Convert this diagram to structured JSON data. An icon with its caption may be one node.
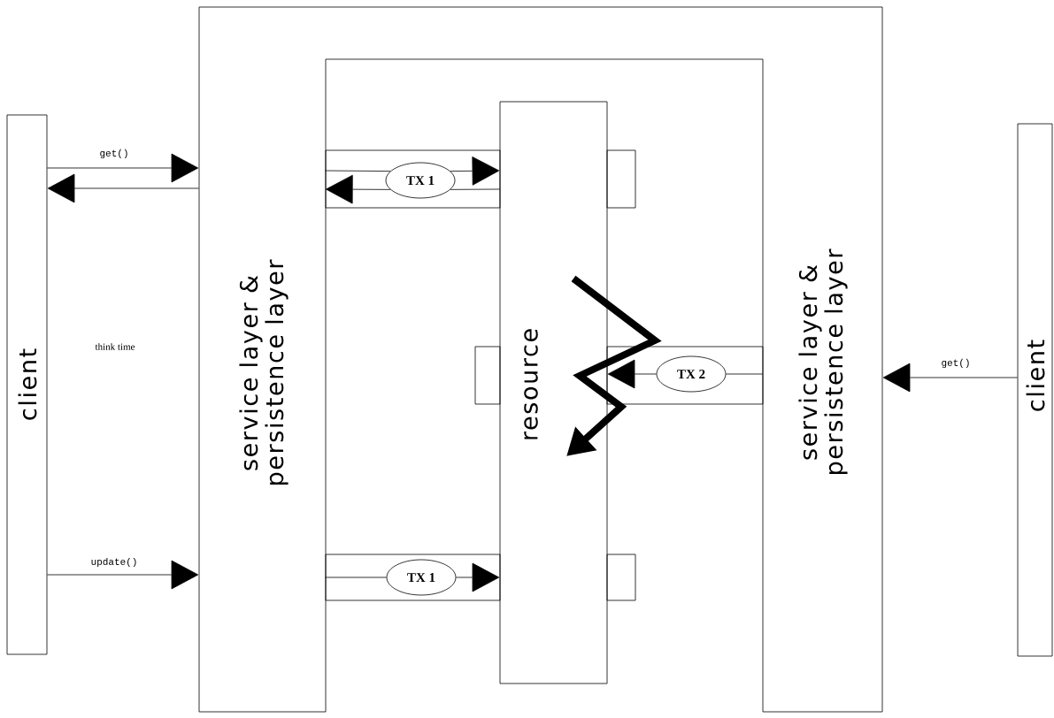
{
  "diagram": {
    "nodes": [
      {
        "text": [
          "client"
        ]
      },
      {
        "text": [
          "service layer & persistence layer",
          "service layer & persistence layer"
        ]
      },
      {
        "text": [
          "resource"
        ]
      },
      {
        "text": [
          "client"
        ]
      },
      {
        "text": [
          "TX 1"
        ]
      },
      {
        "text": [
          "TX 2"
        ]
      },
      {
        "text": [
          "TX 1"
        ]
      }
    ],
    "edges": [
      {
        "from": 0,
        "to": 1,
        "arrow": "to",
        "label": "get()"
      },
      {
        "from": 1,
        "to": 0,
        "arrow": "to"
      },
      {
        "from": 0,
        "to": 1,
        "arrow": "to",
        "label": "update()"
      },
      {
        "from": 3,
        "to": 1,
        "arrow": "to",
        "label": "get()"
      },
      {
        "from": 1,
        "to": 4,
        "arrow": "none"
      },
      {
        "from": 4,
        "to": 2,
        "arrow": "to"
      },
      {
        "from": 2,
        "to": 4,
        "arrow": "none"
      },
      {
        "from": 4,
        "to": 1,
        "arrow": "to"
      },
      {
        "from": 1,
        "to": 6,
        "arrow": "none"
      },
      {
        "from": 6,
        "to": 2,
        "arrow": "to"
      },
      {
        "from": 5,
        "to": 1,
        "arrow": "none"
      },
      {
        "from": 5,
        "to": 2,
        "arrow": "to"
      }
    ],
    "labels": [
      "think time"
    ]
  }
}
